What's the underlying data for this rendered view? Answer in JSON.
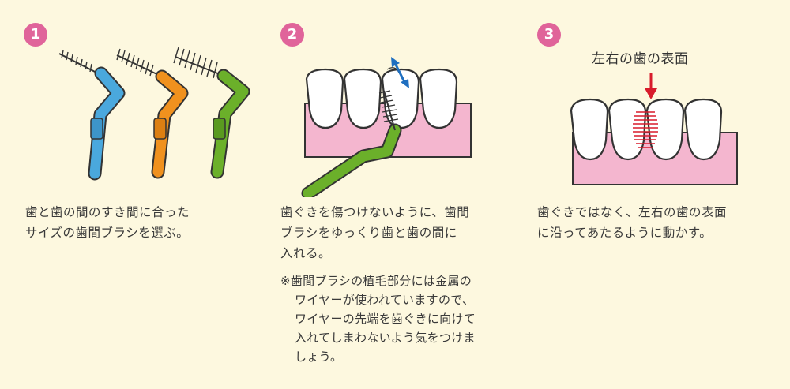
{
  "steps": [
    {
      "number": "1",
      "description": "歯と歯の間のすき間に合った\nサイズの歯間ブラシを選ぶ。"
    },
    {
      "number": "2",
      "description": "歯ぐきを傷つけないように、歯間\nブラシをゆっくり歯と歯の間に\n入れる。",
      "note": "※歯間ブラシの植毛部分には金属の\nワイヤーが使われていますので、\nワイヤーの先端を歯ぐきに向けて\n入れてしまわないよう気をつけま\nしょう。"
    },
    {
      "number": "3",
      "illustration_label": "左右の歯の表面",
      "description": "歯ぐきではなく、左右の歯の表面\nに沿ってあたるように動かす。"
    }
  ],
  "colors": {
    "background": "#fdf8df",
    "badge": "#e0649a",
    "brush_blue": "#4aa8dd",
    "brush_orange": "#f0911e",
    "brush_green": "#6bb02a",
    "gum_pink": "#f4b6cf",
    "arrow_red": "#d81c2c",
    "arrow_blue": "#1f6fc0"
  }
}
